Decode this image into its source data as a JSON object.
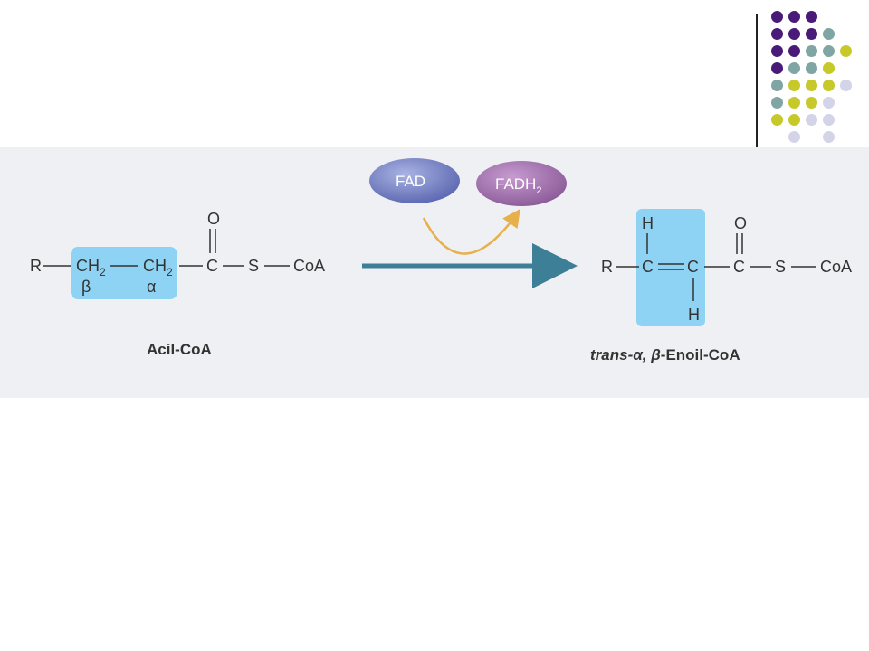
{
  "decoration": {
    "dot_colors": {
      "purple": "#4a1a78",
      "teal": "#7fa6a4",
      "olive": "#c7c92a",
      "lavender": "#d4d4e8"
    },
    "dot_grid": [
      [
        "purple",
        "purple",
        "purple",
        null,
        null
      ],
      [
        "purple",
        "purple",
        "purple",
        "teal",
        null
      ],
      [
        "purple",
        "purple",
        "teal",
        "teal",
        "olive"
      ],
      [
        "purple",
        "teal",
        "teal",
        "olive",
        null
      ],
      [
        "teal",
        "olive",
        "olive",
        "olive",
        "lavender"
      ],
      [
        "teal",
        "olive",
        "olive",
        "lavender",
        null
      ],
      [
        "olive",
        "olive",
        "lavender",
        "lavender",
        null
      ],
      [
        null,
        "lavender",
        null,
        "lavender",
        null
      ]
    ]
  },
  "reaction": {
    "cofactor_in": "FAD",
    "cofactor_out_main": "FADH",
    "cofactor_out_sub": "2",
    "colors": {
      "highlight": "#8fd3f4",
      "main_arrow": "#3d7f96",
      "side_arrow": "#e8b04a",
      "fad_fill": "#6b78bf",
      "fadh2_fill": "#9b6aa8"
    },
    "reactant": {
      "R": "R",
      "ch2_1": "CH",
      "ch2_1_sub": "2",
      "ch2_2": "CH",
      "ch2_2_sub": "2",
      "beta": "β",
      "alpha": "α",
      "C": "C",
      "O": "O",
      "S": "S",
      "CoA": "CoA",
      "name": "Acil-CoA"
    },
    "product": {
      "R": "R",
      "C1": "C",
      "C2": "C",
      "H_top": "H",
      "H_bottom": "H",
      "C3": "C",
      "O": "O",
      "S": "S",
      "CoA": "CoA",
      "name_italic": "trans-α, β",
      "name_rest": "-Enoil-CoA"
    }
  }
}
